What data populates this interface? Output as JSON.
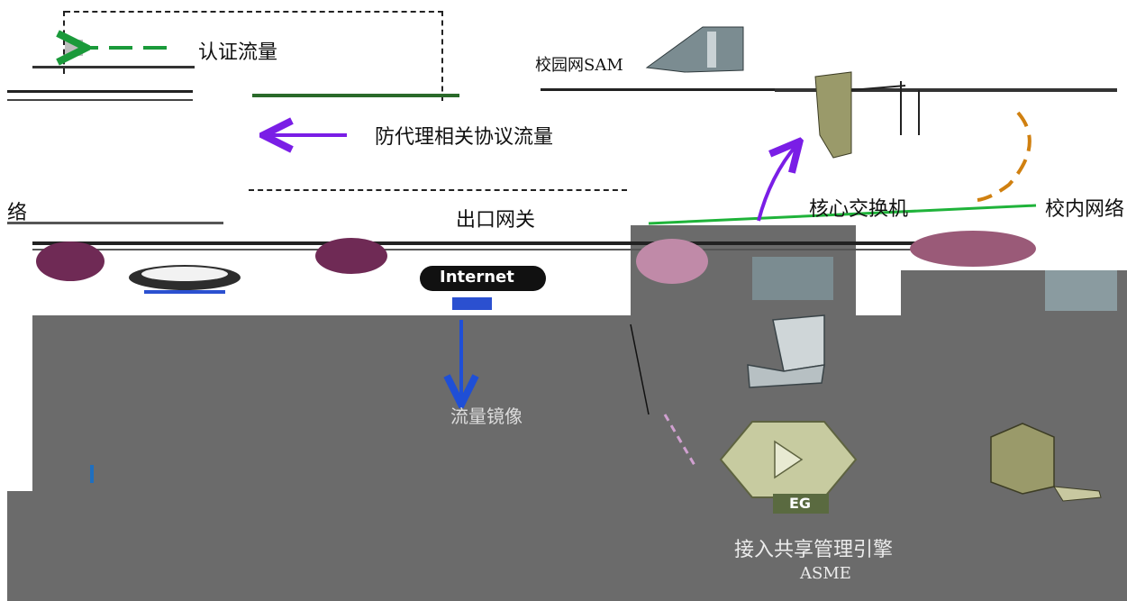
{
  "legend": {
    "auth_flow_label": "认证流量",
    "anti_proxy_label": "防代理相关协议流量"
  },
  "nodes": {
    "sam_label": "校园网SAM",
    "core_switch_label": "核心交换机",
    "campus_net_label": "校内网络",
    "network_left_label": "络",
    "gateway_label": "出口网关",
    "internet_label": "Internet",
    "flow_mirror_label": "流量镜像",
    "eg_badge": "EG",
    "asme_label": "接入共享管理引擎",
    "asme_abbr": "ASME"
  },
  "colors": {
    "auth_arrow": "#1a9a3a",
    "proxy_arrow": "#7a1ee6",
    "mirror_arrow": "#1f4fd6",
    "background_grey": "#6b6b6b",
    "cloud_purple": "#6f2a55",
    "device_khaki": "#8c8c5c"
  }
}
